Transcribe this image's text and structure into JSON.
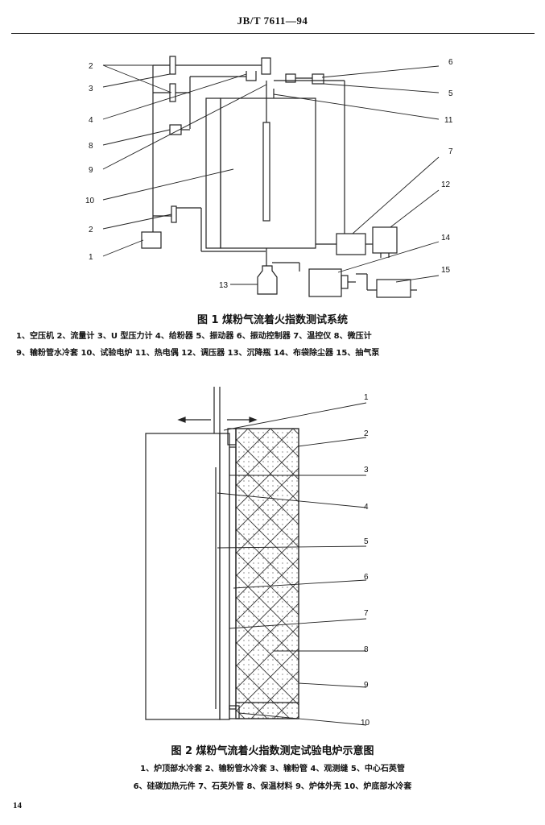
{
  "header": {
    "standard_no": "JB/T 7611—94"
  },
  "figure1": {
    "caption": "图 1   煤粉气流着火指数测试系统",
    "legend_line1": "1、空压机  2、流量计  3、U 型压力计  4、给粉器  5、振动器  6、振动控制器  7、温控仪  8、微压计",
    "legend_line2": "9、输粉管水冷套  10、试验电炉  11、热电偶  12、调压器  13、沉降瓶  14、布袋除尘器  15、抽气泵",
    "callouts": [
      "1",
      "2",
      "2",
      "3",
      "4",
      "5",
      "6",
      "7",
      "8",
      "9",
      "10",
      "11",
      "12",
      "13",
      "14",
      "15"
    ]
  },
  "figure2": {
    "caption": "图 2   煤粉气流着火指数测定试验电炉示意图",
    "legend_line1": "1、炉顶部水冷套   2、输粉管水冷套   3、输粉管   4、观测缝   5、中心石英管",
    "legend_line2": "6、硅碳加热元件   7、石英外管   8、保温材料   9、炉体外壳   10、炉底部水冷套",
    "callouts": [
      "1",
      "2",
      "3",
      "4",
      "5",
      "6",
      "7",
      "8",
      "9",
      "10"
    ]
  },
  "page_number": "14"
}
